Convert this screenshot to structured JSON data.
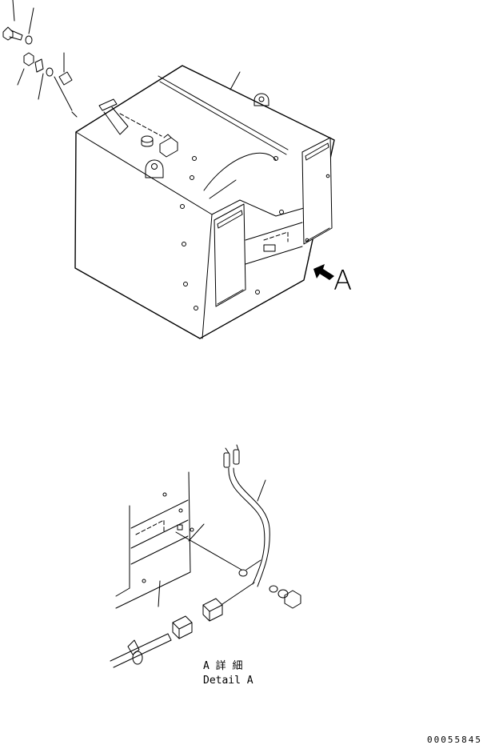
{
  "view_label": "A",
  "caption": {
    "line1": "A 詳 細",
    "line2": "Detail A"
  },
  "drawing_number": "00055845"
}
